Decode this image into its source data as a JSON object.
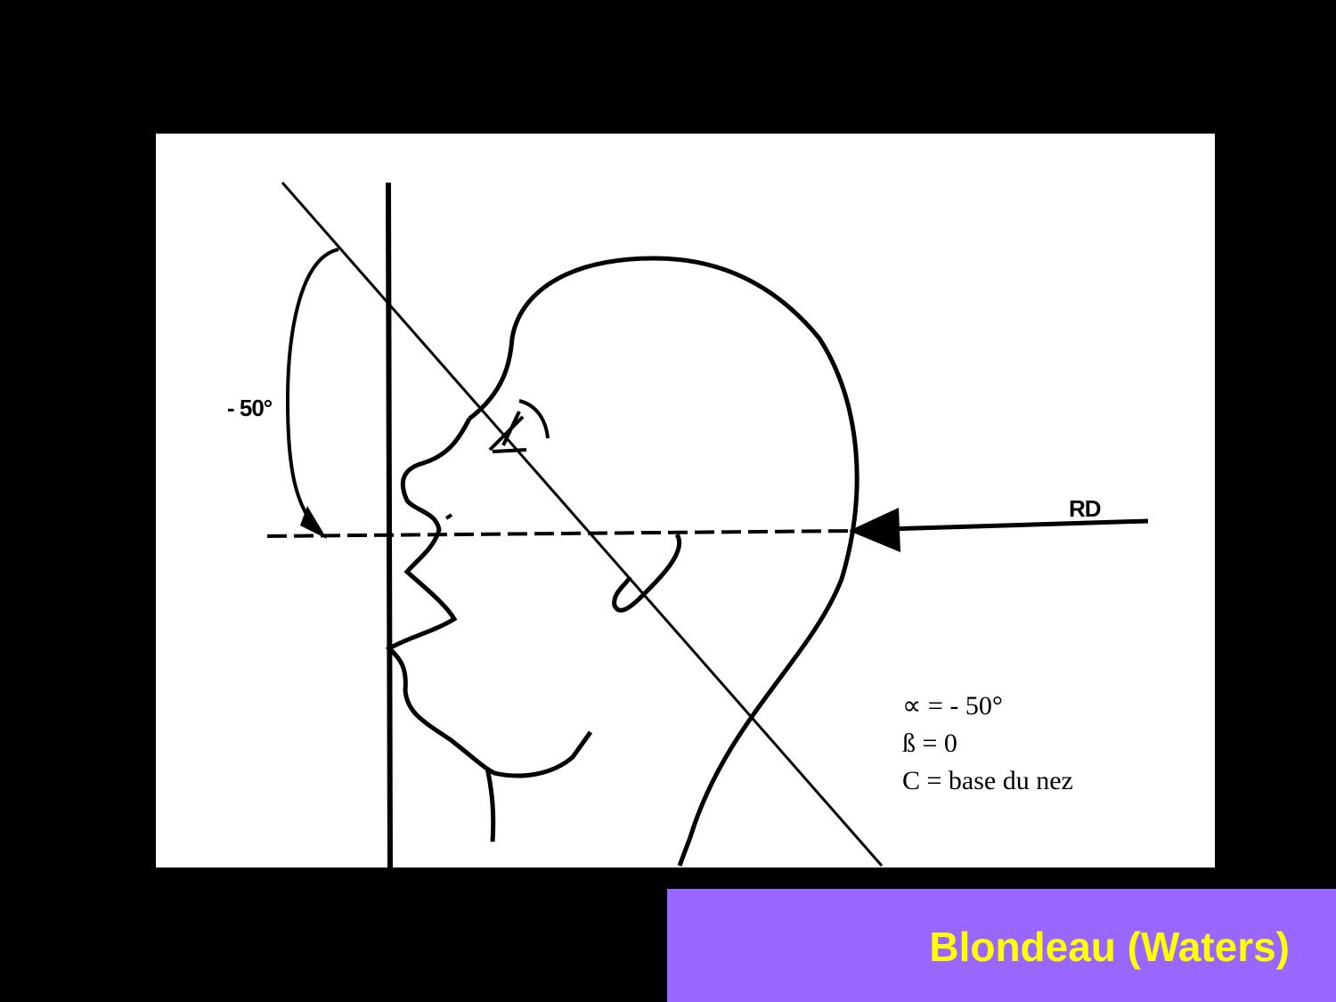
{
  "diagram": {
    "angle_label": "- 50°",
    "ray_label": "RD",
    "params": [
      "∝ = - 50°",
      "ß = 0",
      "C = base du nez"
    ]
  },
  "caption": {
    "text": "Blondeau (Waters)",
    "text_color": "#ffff00",
    "background_color": "#9966ff"
  },
  "colors": {
    "page_background": "#000000",
    "figure_background": "#ffffff",
    "ink": "#000000"
  }
}
